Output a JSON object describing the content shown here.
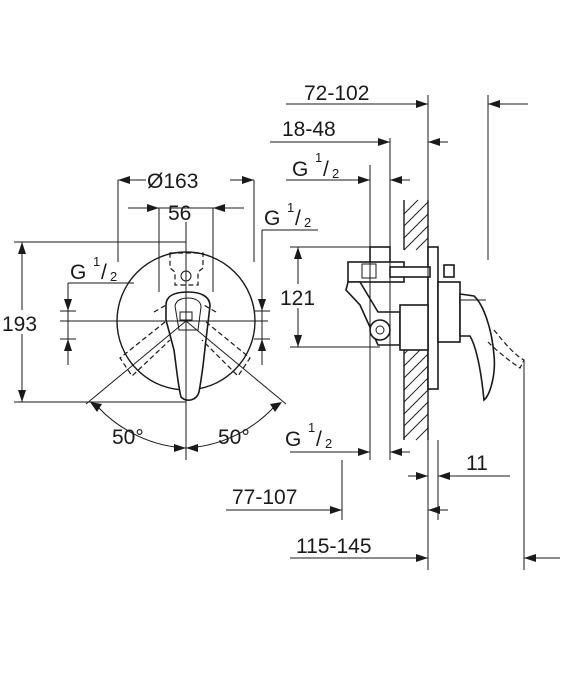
{
  "dimensions": {
    "depth_total": "72-102",
    "depth_body": "18-48",
    "thread_top": "G",
    "thread_top_fraction_num": "1",
    "thread_top_fraction_den": "2",
    "plate_diameter": "Ø163",
    "center_spacing": "56",
    "thread_front_right": "G",
    "thread_front_right_num": "1",
    "thread_front_right_den": "2",
    "thread_front_left": "G",
    "thread_front_left_num": "1",
    "thread_front_left_den": "2",
    "height": "193",
    "inlet_height": "121",
    "angle_left": "50°",
    "angle_right": "50°",
    "thread_bottom": "G",
    "thread_bottom_num": "1",
    "thread_bottom_den": "2",
    "plate_thickness": "11",
    "install_depth": "77-107",
    "overall_depth": "115-145"
  }
}
